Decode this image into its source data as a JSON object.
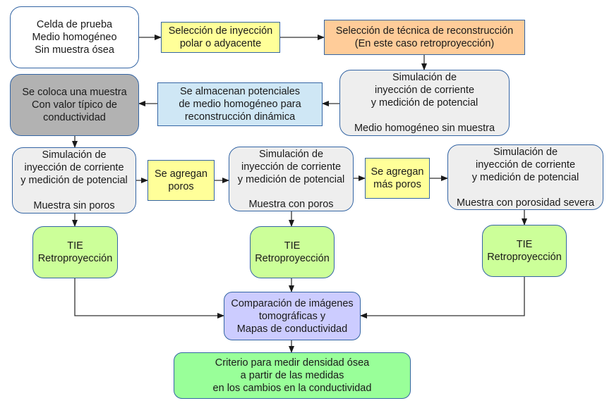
{
  "diagram": {
    "type": "flowchart",
    "nodes": {
      "test_cell": {
        "lines": [
          "Celda de prueba",
          "Medio homogéneo",
          "Sin muestra ósea"
        ]
      },
      "injection_selection": {
        "lines": [
          "Selección de inyección",
          "polar o adyacente"
        ]
      },
      "reconstruction_selection": {
        "lines": [
          "Selección de técnica de reconstrucción",
          "(En este caso retroproyección)"
        ]
      },
      "sim_homogeneous": {
        "lines": [
          "Simulación de",
          "inyección de corriente",
          "y medición de potencial"
        ],
        "caption": "Medio homogéneo sin muestra"
      },
      "store_potentials": {
        "lines": [
          "Se almacenan potenciales",
          "de medio homogéneo para",
          "reconstrucción dinámica"
        ]
      },
      "place_sample": {
        "lines": [
          "Se coloca una muestra",
          "Con valor típico de",
          "conductividad"
        ]
      },
      "sim_no_pores": {
        "lines": [
          "Simulación de",
          "inyección de corriente",
          "y medición de potencial"
        ],
        "caption": "Muestra sin poros"
      },
      "add_pores": {
        "lines": [
          "Se agregan",
          "poros"
        ]
      },
      "sim_pores": {
        "lines": [
          "Simulación de",
          "inyección de corriente",
          "y medición de potencial"
        ],
        "caption": "Muestra con poros"
      },
      "add_more_pores": {
        "lines": [
          "Se agregan",
          "más poros"
        ]
      },
      "sim_severe": {
        "lines": [
          "Simulación de",
          "inyección de corriente",
          "y medición de potencial"
        ],
        "caption": "Muestra con porosidad severa"
      },
      "tie_1": {
        "lines": [
          "TIE",
          "Retroproyección"
        ]
      },
      "tie_2": {
        "lines": [
          "TIE",
          "Retroproyección"
        ]
      },
      "tie_3": {
        "lines": [
          "TIE",
          "Retroproyección"
        ]
      },
      "comparison": {
        "lines": [
          "Comparación de imágenes",
          "tomográficas y",
          "Mapas de conductividad"
        ]
      },
      "criterion": {
        "lines": [
          "Criterio para medir densidad ósea",
          "a partir de las medidas",
          "en los cambios en la conductividad"
        ]
      }
    },
    "edges": [
      [
        "test_cell",
        "injection_selection"
      ],
      [
        "injection_selection",
        "reconstruction_selection"
      ],
      [
        "reconstruction_selection",
        "sim_homogeneous"
      ],
      [
        "sim_homogeneous",
        "store_potentials"
      ],
      [
        "store_potentials",
        "place_sample"
      ],
      [
        "place_sample",
        "sim_no_pores"
      ],
      [
        "sim_no_pores",
        "add_pores"
      ],
      [
        "add_pores",
        "sim_pores"
      ],
      [
        "sim_pores",
        "add_more_pores"
      ],
      [
        "add_more_pores",
        "sim_severe"
      ],
      [
        "sim_no_pores",
        "tie_1"
      ],
      [
        "sim_pores",
        "tie_2"
      ],
      [
        "sim_severe",
        "tie_3"
      ],
      [
        "tie_1",
        "comparison"
      ],
      [
        "tie_2",
        "comparison"
      ],
      [
        "tie_3",
        "comparison"
      ],
      [
        "comparison",
        "criterion"
      ]
    ],
    "colors": {
      "border": "#3465a4",
      "edge": "#333333",
      "test_cell": "#ffffff",
      "yellow": "#ffff99",
      "orange": "#ffcc99",
      "simulation": "#eeeeee",
      "store": "#cfe7f5",
      "sample": "#b2b2b2",
      "tie": "#ccff99",
      "comparison": "#ccccff",
      "criterion": "#99ff99"
    }
  }
}
